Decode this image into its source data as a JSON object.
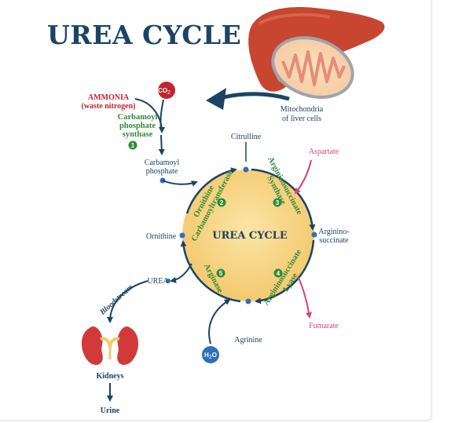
{
  "title": "UREA CYCLE",
  "center_label": "UREA CYCLE",
  "mitochondria_label": [
    "Mitochondria",
    "of liver cells"
  ],
  "ammonia": [
    "AMMONIA",
    "(waste nitrogen)"
  ],
  "co2": {
    "main": "CO",
    "sub": "2"
  },
  "h2o": {
    "main": "H",
    "sub": "2",
    "end": "O"
  },
  "enzyme1": {
    "lines": [
      "Carbamoyl",
      "phosphate",
      "synthase"
    ],
    "step": "1"
  },
  "carbamoyl_phosphate": [
    "Carbamoyl",
    "phosphate"
  ],
  "citrulline": "Citrulline",
  "aspartate": "Aspartate",
  "argininosuccinate": [
    "Arginino-",
    "succinate"
  ],
  "fumarate": "Fumarate",
  "arginine": "Agrinine",
  "ornithine": "Ornithine",
  "urea": "UREA",
  "bloodstream": "Bloodstream",
  "kidneys": "Kidneys",
  "urine": "Urine",
  "enzyme2": {
    "lines": [
      "Ornithine",
      "Carbamoyltransferase"
    ],
    "step": "2"
  },
  "enzyme3": {
    "lines": [
      "Argininosuccinate",
      "Synthase"
    ],
    "step": "3"
  },
  "enzyme4": {
    "lines": [
      "Argininosuccinate",
      "Lyase"
    ],
    "step": "4"
  },
  "enzyme5": {
    "lines": [
      "Arginase"
    ],
    "step": "5"
  },
  "colors": {
    "navy": "#1b4464",
    "green": "#2e8b3a",
    "red": "#c0262e",
    "pink": "#d5457a",
    "cycle_fill": "#f8d98a",
    "liver": "#c8452f",
    "kidney": "#d23a3a",
    "water_blue": "#2e6fb8"
  }
}
